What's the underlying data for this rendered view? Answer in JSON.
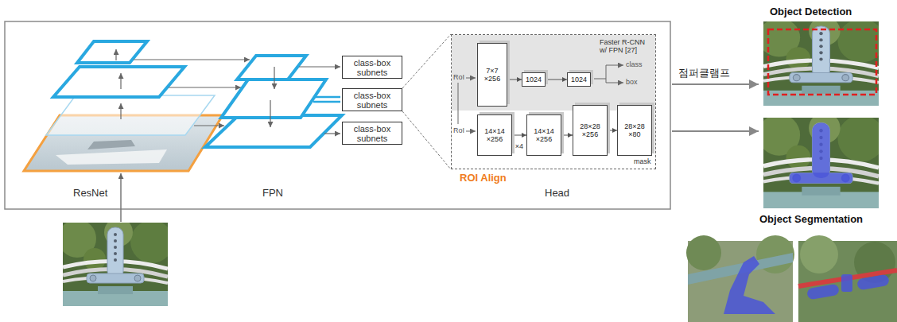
{
  "diagram": {
    "nodes": [
      {
        "text": [
          "class-box subnets"
        ]
      },
      {
        "text": [
          "class-box subnets"
        ]
      },
      {
        "text": [
          "class-box subnets"
        ]
      },
      {
        "text": [
          "Faster R-CNN w/ FPN [27]"
        ]
      },
      {
        "text": [
          "7×7 ×256"
        ],
        "in": 3
      },
      {
        "text": [
          "1024"
        ],
        "in": 3
      },
      {
        "text": [
          "1024"
        ],
        "in": 3
      },
      {
        "text": [
          "14×14 ×256"
        ],
        "in": 3
      },
      {
        "text": [
          "14×14 ×256"
        ],
        "in": 3
      },
      {
        "text": [
          "28×28 ×256"
        ],
        "in": 3
      },
      {
        "text": [
          "28×28 ×80",
          "mask"
        ],
        "in": 3
      }
    ],
    "edges": [
      {
        "from": 1,
        "to": 3,
        "arrow": "none"
      },
      {
        "from": 4,
        "to": 5,
        "arrow": "to"
      },
      {
        "from": 5,
        "to": 6,
        "arrow": "to"
      },
      {
        "from": 7,
        "to": 8,
        "arrow": "to",
        "label": "×4"
      },
      {
        "from": 8,
        "to": 9,
        "arrow": "to"
      },
      {
        "from": 9,
        "to": 10,
        "arrow": "to"
      }
    ],
    "labels": [
      "ResNet",
      "FPN",
      "ROI Align",
      "Head",
      "RoI",
      "RoI",
      "class",
      "box",
      "점퍼클램프",
      "Object Detection",
      "Object Segmentation"
    ]
  }
}
